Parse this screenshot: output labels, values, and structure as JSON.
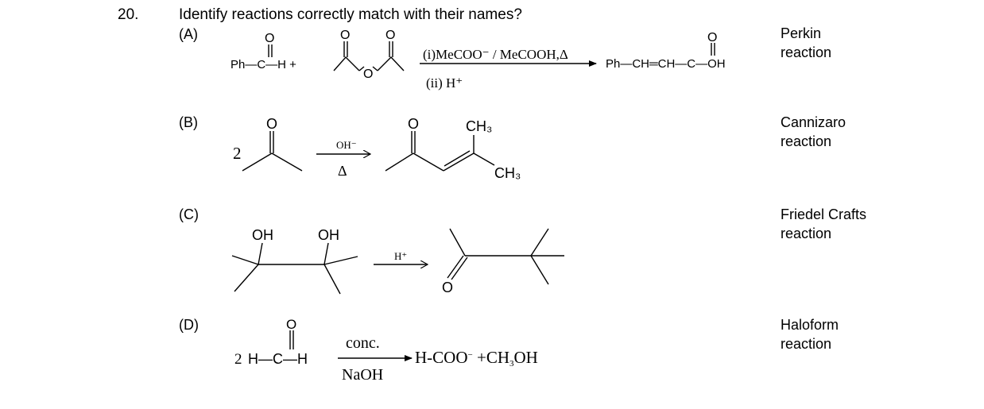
{
  "question": {
    "number": "20.",
    "text": "Identify reactions correctly match with their names?"
  },
  "options": [
    {
      "label": "(A)",
      "name_line1": "Perkin",
      "name_line2": "reaction"
    },
    {
      "label": "(B)",
      "name_line1": "Cannizaro",
      "name_line2": "reaction"
    },
    {
      "label": "(C)",
      "name_line1": "Friedel Crafts",
      "name_line2": "reaction"
    },
    {
      "label": "(D)",
      "name_line1": "Haloform",
      "name_line2": "reaction"
    }
  ],
  "reaction_a": {
    "reactant": "Ph—C—H +",
    "o_atom": "O",
    "anhydride_o": "O",
    "condition_1": "(i)MeCOO⁻ / MeCOOH,Δ",
    "condition_2": "(ii) H⁺",
    "product": "Ph—CH═CH—C—OH"
  },
  "reaction_b": {
    "coefficient": "2",
    "o_atom": "O",
    "reagent": "OH⁻",
    "condition": "Δ",
    "ch3_top": "CH₃",
    "ch3_bottom": "CH₃"
  },
  "reaction_c": {
    "oh_left": "OH",
    "oh_right": "OH",
    "reagent": "H⁺",
    "o_atom": "O"
  },
  "reaction_d": {
    "coefficient": "2",
    "reactant": "H—C—H",
    "o_atom": "O",
    "condition_top": "conc.",
    "condition_bottom": "NaOH",
    "product_1": "H-COO",
    "product_1_charge": "−",
    "plus": "+",
    "product_2_a": "CH",
    "product_2_sub": "3",
    "product_2_b": "OH"
  }
}
